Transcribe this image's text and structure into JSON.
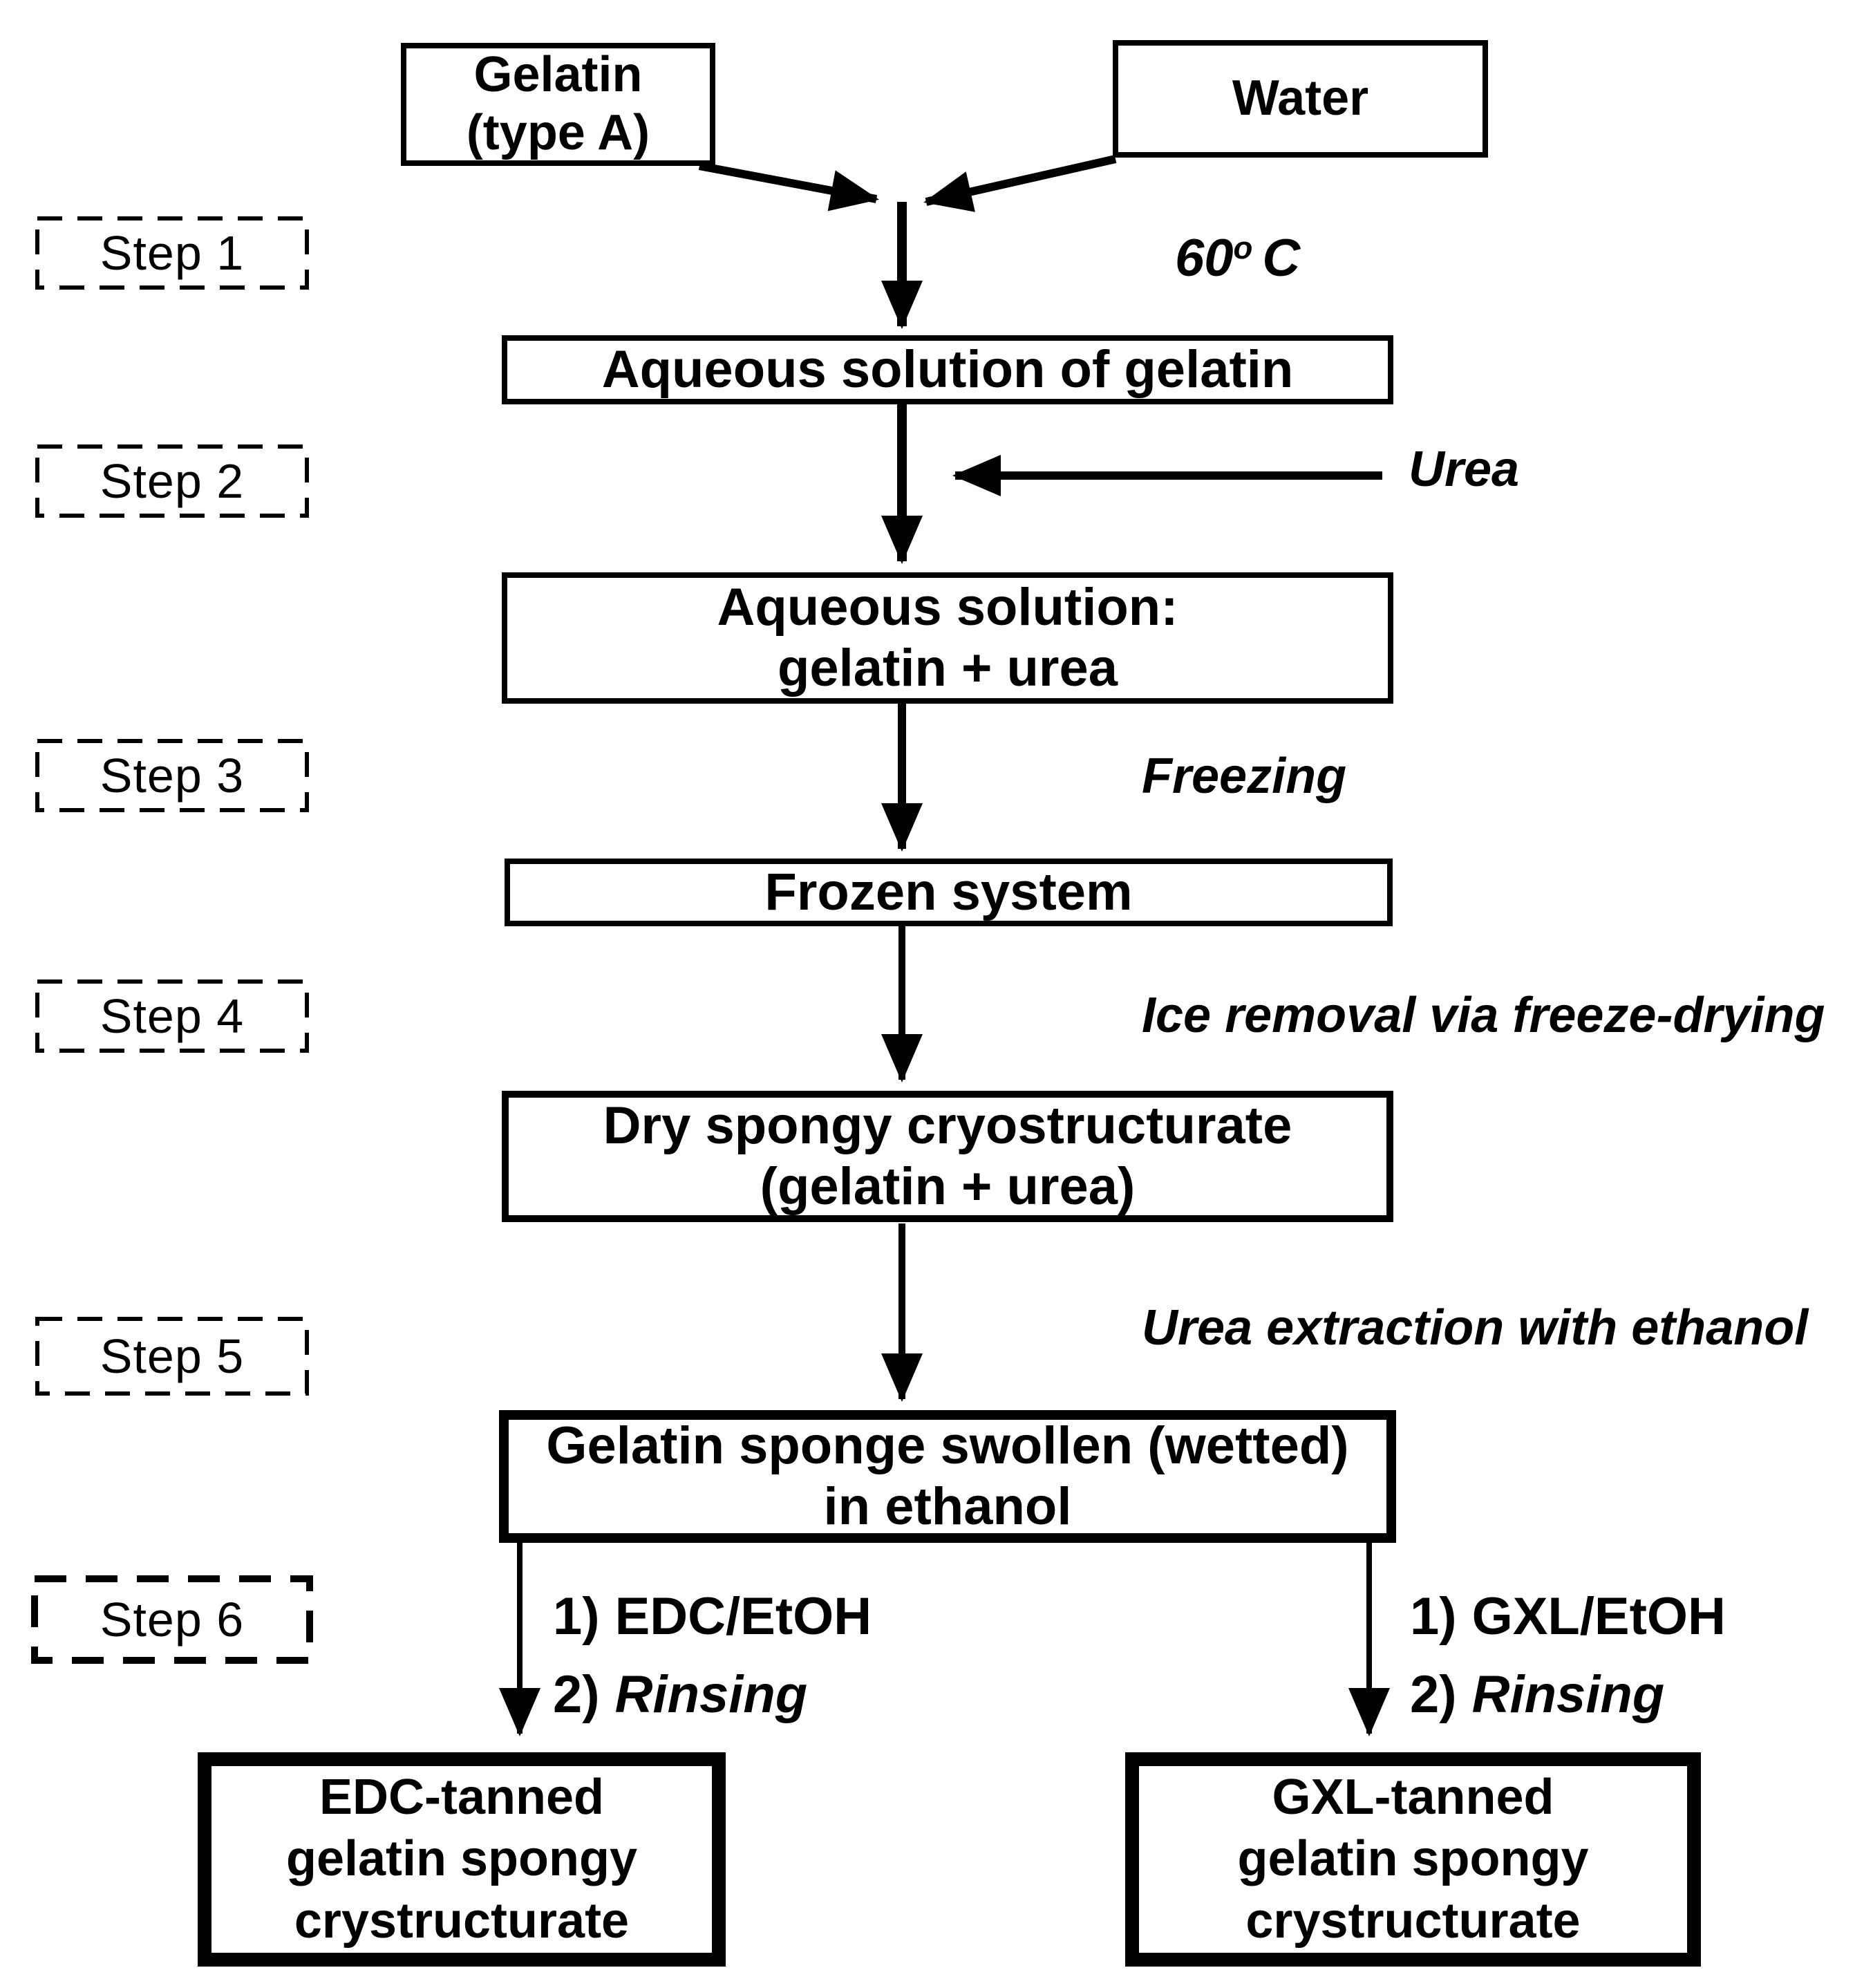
{
  "diagram": {
    "source_boxes": {
      "gelatin": "Gelatin\n(type A)",
      "water": "Water"
    },
    "steps": {
      "s1": "Step 1",
      "s2": "Step 2",
      "s3": "Step 3",
      "s4": "Step 4",
      "s5": "Step 5",
      "s6": "Step 6"
    },
    "conditions": {
      "step1_temp": {
        "base": "60",
        "sup": "o",
        "unit": "C"
      },
      "step2": "Urea",
      "step3": "Freezing",
      "step4": "Ice removal via freeze-drying",
      "step5": "Urea extraction with ethanol"
    },
    "process_boxes": {
      "aqueous_gelatin": "Aqueous solution of gelatin",
      "aqueous_gelatin_urea": "Aqueous solution:\ngelatin + urea",
      "frozen": "Frozen system",
      "dry_spongy": "Dry spongy cryostructurate\n(gelatin + urea)",
      "swollen": "Gelatin sponge swollen (wetted)\nin ethanol"
    },
    "branches": {
      "left": {
        "line1_num": "1)",
        "line1_text": "EDC/EtOH",
        "line2_num": "2)",
        "line2_text": "Rinsing"
      },
      "right": {
        "line1_num": "1)",
        "line1_text": "GXL/EtOH",
        "line2_num": "2)",
        "line2_text": "Rinsing"
      }
    },
    "products": {
      "edc": "EDC-tanned\ngelatin spongy\ncrystructurate",
      "gxl": "GXL-tanned\ngelatin spongy\ncrystructurate"
    },
    "colors": {
      "ink": "#000000",
      "background": "#ffffff"
    }
  }
}
